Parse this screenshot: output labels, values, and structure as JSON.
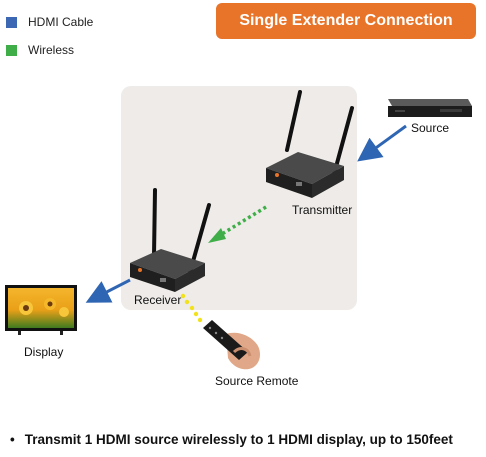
{
  "legend": {
    "items": [
      {
        "label": "HDMI Cable",
        "color": "#3b67b3"
      },
      {
        "label": "Wireless",
        "color": "#3fae49"
      }
    ]
  },
  "title": "Single Extender Connection",
  "nodes": {
    "source": "Source",
    "transmitter": "Transmitter",
    "receiver": "Receiver",
    "display": "Display",
    "remote": "Source Remote"
  },
  "footer": {
    "bullet": "•",
    "text": "Transmit 1 HDMI source wirelessly to 1 HDMI display, up to 150feet"
  },
  "colors": {
    "accent": "#e8742a",
    "hdmi": "#2f66b4",
    "wireless": "#3fae49",
    "ir": "#f2e21b",
    "panel": "#eeebe8"
  }
}
